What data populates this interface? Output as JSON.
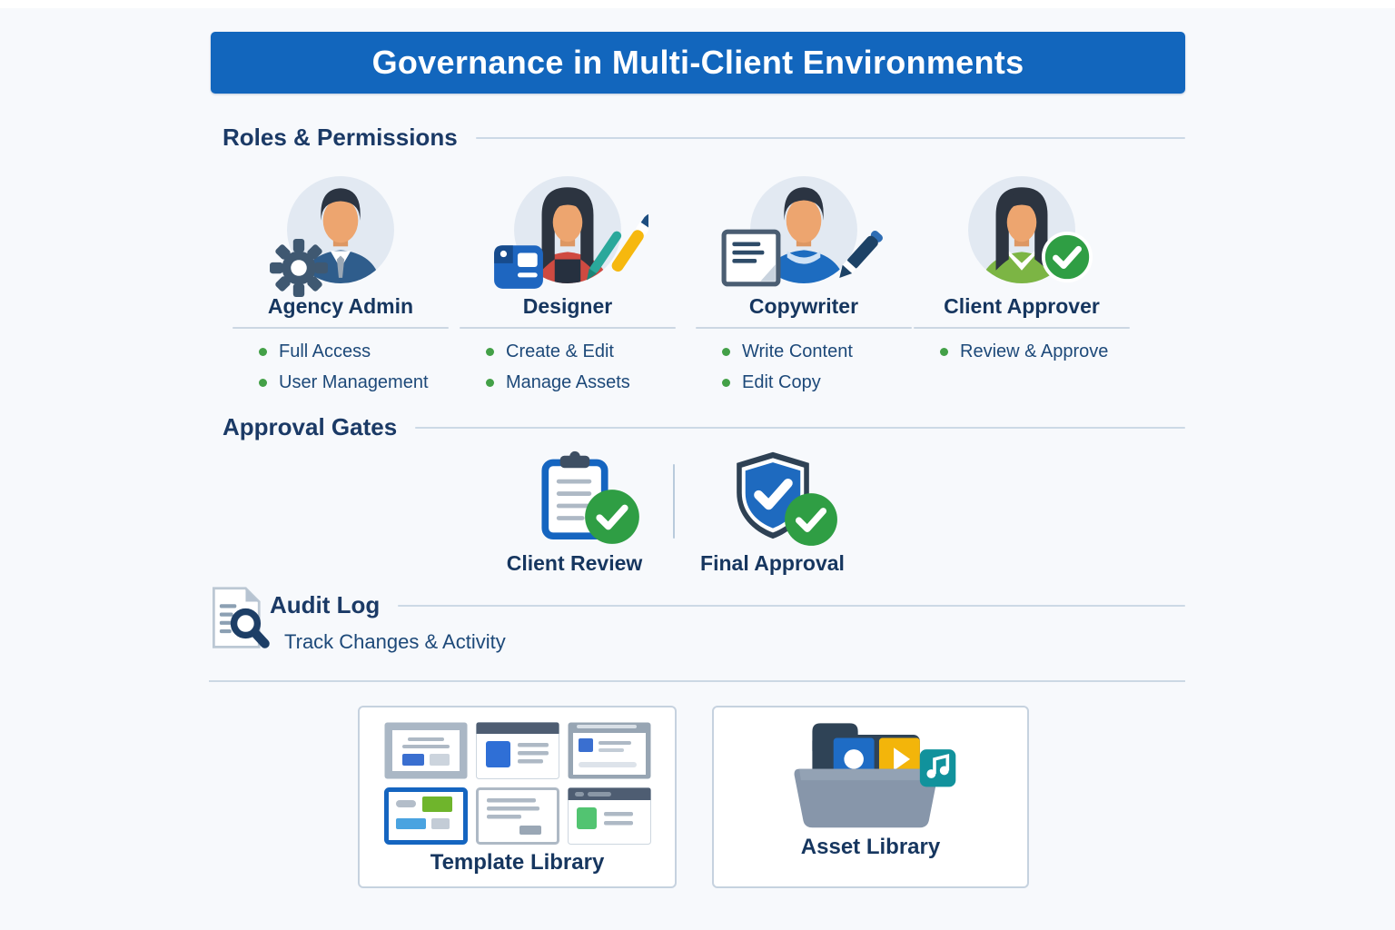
{
  "banner": {
    "title": "Governance in Multi-Client Environments"
  },
  "roles": {
    "heading": "Roles & Permissions",
    "cards": [
      {
        "title": "Agency Admin",
        "icon": "gear-icon",
        "bullets": [
          "Full Access",
          "User Management"
        ]
      },
      {
        "title": "Designer",
        "icon": "design-tools-icon",
        "bullets": [
          "Create & Edit",
          "Manage Assets"
        ]
      },
      {
        "title": "Copywriter",
        "icon": "document-and-pen-icon",
        "bullets": [
          "Write Content",
          "Edit Copy"
        ]
      },
      {
        "title": "Client Approver",
        "icon": "check-circle-icon",
        "bullets": [
          "Review & Approve"
        ]
      }
    ]
  },
  "approval": {
    "heading": "Approval Gates",
    "gates": [
      {
        "label": "Client Review",
        "icon": "clipboard-check-icon"
      },
      {
        "label": "Final Approval",
        "icon": "shield-check-icon"
      }
    ]
  },
  "audit": {
    "heading": "Audit Log",
    "subtitle": "Track Changes & Activity",
    "icon": "document-magnifier-icon"
  },
  "libraries": {
    "template": {
      "label": "Template Library",
      "icon": "template-grid-icon"
    },
    "asset": {
      "label": "Asset Library",
      "icon": "media-folder-icon"
    }
  },
  "colors": {
    "banner_blue": "#1266bd",
    "heading_navy": "#1b3a66",
    "text_navy": "#1d4979",
    "bullet_green": "#43a047",
    "check_green": "#2f9e44",
    "accent_blue": "#1565c0",
    "shield_navy": "#2e4154",
    "folder_gray": "#8796aa",
    "background": "#f7f9fc"
  }
}
